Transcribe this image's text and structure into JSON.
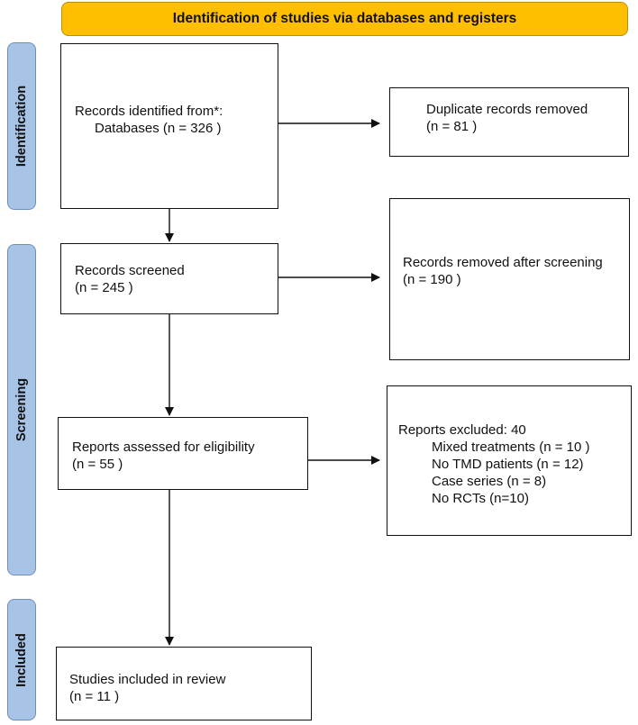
{
  "header": {
    "title": "Identification of studies via databases and registers"
  },
  "phases": {
    "identification": "Identification",
    "screening": "Screening",
    "included": "Included"
  },
  "boxes": {
    "records_identified": {
      "line1": "Records identified from*:",
      "line2": "Databases (n = 326 )"
    },
    "duplicates_removed": {
      "line1": "Duplicate records removed",
      "line2": "(n = 81 )"
    },
    "records_screened": {
      "line1": "Records screened",
      "line2": "(n = 245 )"
    },
    "removed_after_screening": {
      "line1": "Records removed after screening",
      "line2": "(n = 190 )"
    },
    "reports_assessed": {
      "line1": "Reports assessed for eligibility",
      "line2": "(n = 55 )"
    },
    "reports_excluded": {
      "title": "Reports excluded: 40",
      "reasons": [
        "Mixed treatments (n = 10 )",
        "No TMD patients (n = 12)",
        "Case series (n = 8)",
        "No RCTs (n=10)"
      ]
    },
    "studies_included": {
      "line1": "Studies included in review",
      "line2": "(n = 11 )"
    }
  }
}
